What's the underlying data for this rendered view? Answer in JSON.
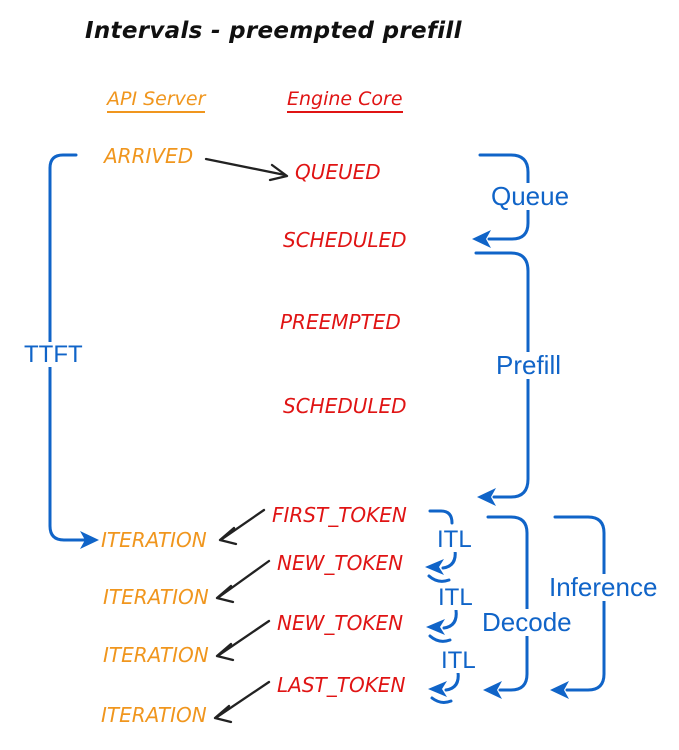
{
  "title": "Intervals - preempted prefill",
  "columns": {
    "api_server": "API Server",
    "engine_core": "Engine Core"
  },
  "api_events": {
    "arrived": "ARRIVED",
    "iteration_1": "ITERATION",
    "iteration_2": "ITERATION",
    "iteration_3": "ITERATION",
    "iteration_4": "ITERATION"
  },
  "engine_events": {
    "queued": "QUEUED",
    "scheduled_1": "SCHEDULED",
    "preempted": "PREEMPTED",
    "scheduled_2": "SCHEDULED",
    "first_token": "FIRST_TOKEN",
    "new_token_1": "NEW_TOKEN",
    "new_token_2": "NEW_TOKEN",
    "last_token": "LAST_TOKEN"
  },
  "intervals": {
    "ttft": "TTFT",
    "queue": "Queue",
    "prefill": "Prefill",
    "itl_1": "ITL",
    "itl_2": "ITL",
    "itl_3": "ITL",
    "decode": "Decode",
    "inference": "Inference"
  },
  "colors": {
    "api_server": "#F0961E",
    "engine_core": "#E01414",
    "interval": "#1064C8",
    "arrow": "#222222",
    "title": "#101010",
    "background": "#FFFFFF"
  }
}
